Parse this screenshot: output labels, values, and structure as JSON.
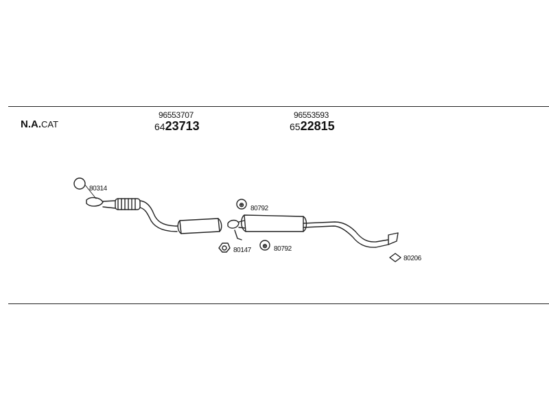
{
  "header": {
    "variant_bold": "N.A.",
    "variant_thin": "CAT"
  },
  "sections": [
    {
      "oem_number": "96553707",
      "code_prefix": "64",
      "code_main": "23713"
    },
    {
      "oem_number": "96553593",
      "code_prefix": "65",
      "code_main": "22815"
    }
  ],
  "parts": {
    "front_ring": "80314",
    "clamp_upper": "80792",
    "gasket": "80147",
    "clamp_lower": "80792",
    "rear_ring": "80206"
  },
  "colors": {
    "line": "#222222",
    "fill": "#ffffff"
  }
}
